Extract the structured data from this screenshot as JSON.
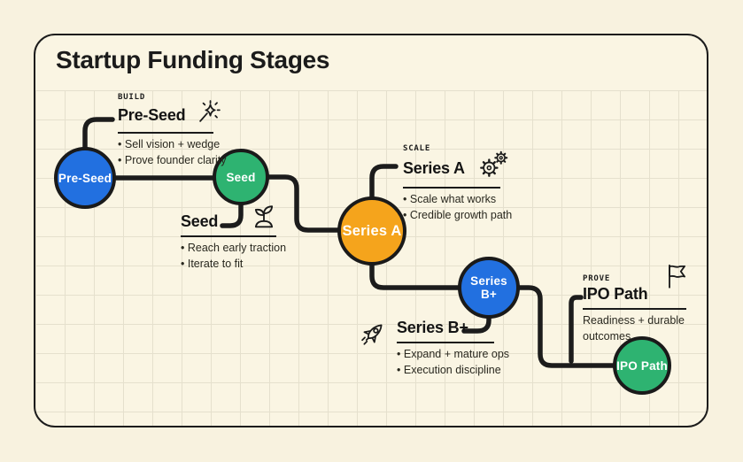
{
  "title": "Startup Funding Stages",
  "stages": [
    {
      "eyebrow": "BUILD",
      "heading": "Pre-Seed",
      "icon": "sparkle-wand-icon",
      "bullets": [
        "Sell vision + wedge",
        "Prove founder clarity"
      ],
      "node_label": "Pre-Seed",
      "node_color": "#2270e0"
    },
    {
      "eyebrow": "",
      "heading": "Seed",
      "icon": "sprout-icon",
      "bullets": [
        "Reach early traction",
        "Iterate to fit"
      ],
      "node_label": "Seed",
      "node_color": "#2eb371"
    },
    {
      "eyebrow": "SCALE",
      "heading": "Series A",
      "icon": "gears-icon",
      "bullets": [
        "Scale what works",
        "Credible growth path"
      ],
      "node_label": "Series A",
      "node_color": "#f5a41c"
    },
    {
      "eyebrow": "",
      "heading": "Series B+",
      "icon": "rocket-icon",
      "bullets": [
        "Expand + mature ops",
        "Execution discipline"
      ],
      "node_label": "Series B+",
      "node_color": "#2270e0"
    },
    {
      "eyebrow": "PROVE",
      "heading": "IPO Path",
      "icon": "flag-icon",
      "description": "Readiness + durable outcomes",
      "node_label": "IPO Path",
      "node_color": "#2eb371"
    }
  ],
  "colors": {
    "blue": "#2270e0",
    "green": "#2eb371",
    "orange": "#f5a41c",
    "line": "#1c1c1c",
    "card_background": "#faf5e3",
    "page_background": "#f8f2df",
    "grid_line": "#e5e0cd"
  }
}
